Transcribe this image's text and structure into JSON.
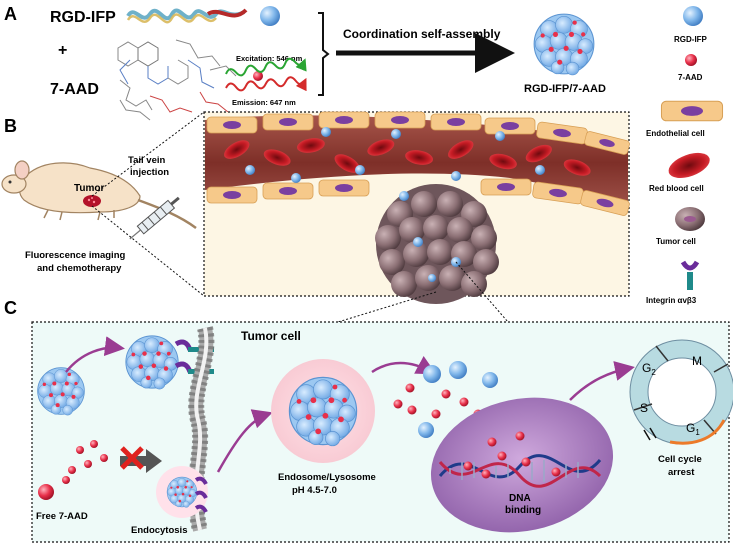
{
  "panels": {
    "a": "A",
    "b": "B",
    "c": "C"
  },
  "panel_a": {
    "rgd_ifp": "RGD-IFP",
    "plus": "+",
    "seven_aad": "7-AAD",
    "excitation": "Excitation: 546 nm",
    "emission": "Emission: 647 nm",
    "arrow_label": "Coordination self-assembly",
    "product": "RGD-IFP/7-AAD"
  },
  "legend": {
    "rgd_ifp": "RGD-IFP",
    "seven_aad": "7-AAD",
    "endothelial": "Endothelial cell",
    "rbc": "Red blood cell",
    "tumor": "Tumor cell",
    "integrin": "Integrin αvβ3"
  },
  "panel_b": {
    "tumor": "Tumor",
    "injection_1": "Tail vein",
    "injection_2": "injection",
    "imaging_1": "Fluorescence imaging",
    "imaging_2": "and chemotherapy"
  },
  "panel_c": {
    "tumor_cell": "Tumor cell",
    "free_aad": "Free 7-AAD",
    "endocytosis": "Endocytosis",
    "endosome_1": "Endosome/Lysosome",
    "endosome_2": "pH 4.5-7.0",
    "dna_1": "DNA",
    "dna_2": "binding",
    "g2": "G",
    "g2_sub": "2",
    "m": "M",
    "s": "S",
    "g1": "G",
    "g1_sub": "1",
    "arrest_1": "Cell cycle",
    "arrest_2": "arrest"
  },
  "colors": {
    "rgd": "#7fb6ea",
    "aad": "#e8304a",
    "endothelial": "#f6c98a",
    "nucleus": "#7a3fa0",
    "rbc": "#c51b24",
    "tumor": "#8b6f74",
    "panel_c_bg": "#eefaf8",
    "vessel": "#8a3a32",
    "arrow_purple": "#9a3c92"
  }
}
